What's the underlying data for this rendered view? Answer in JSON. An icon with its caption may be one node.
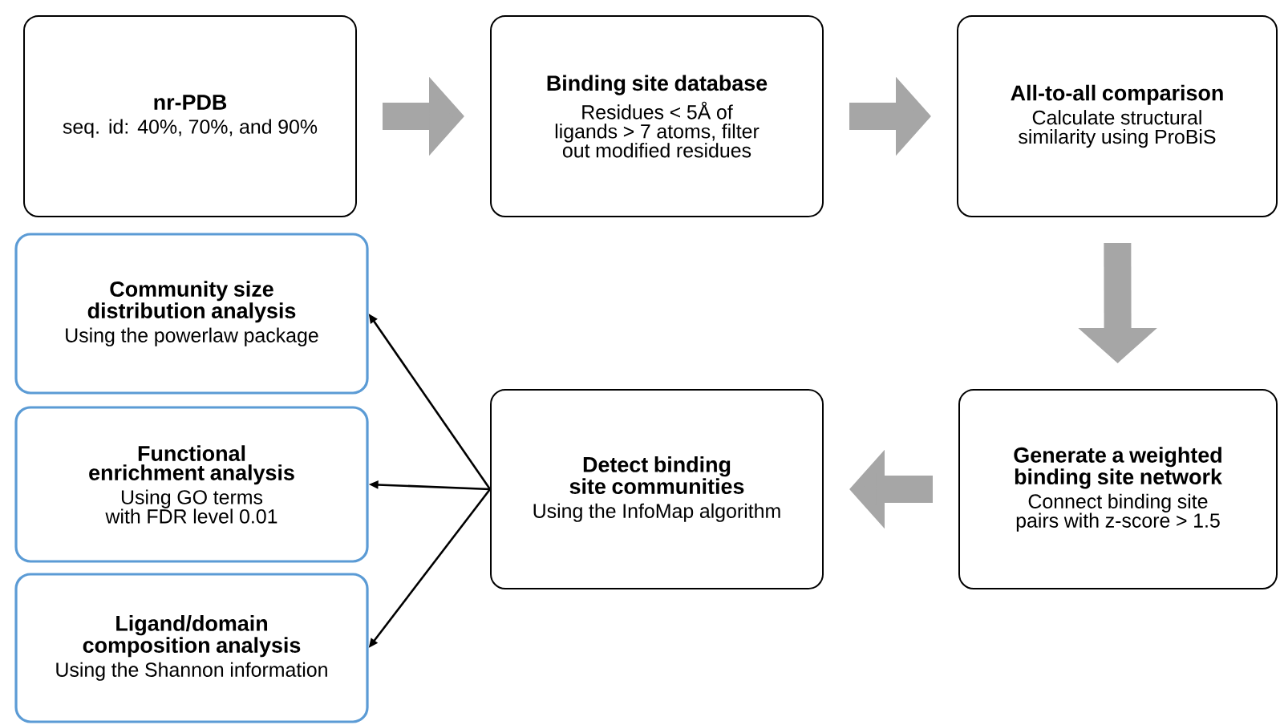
{
  "diagram": {
    "nodes": [
      {
        "text": [
          "nr-PDB",
          "seq. id: 40%, 70%, and 90%"
        ]
      },
      {
        "text": [
          "Binding site database",
          "Residues < 5Å of ligands > 7 atoms, filter out modified residues"
        ]
      },
      {
        "text": [
          "All-to-all comparison",
          "Calculate structural similarity using ProBiS"
        ]
      },
      {
        "text": [
          "Generate a weighted binding site network",
          "Connect binding site pairs with z-score > 1.5"
        ]
      },
      {
        "text": [
          "Detect binding site communities",
          "Using the InfoMap algorithm"
        ]
      },
      {
        "text": [
          "Community size distribution analysis",
          "Using the powerlaw package"
        ]
      },
      {
        "text": [
          "Functional enrichment analysis",
          "Using GO terms with FDR level 0.01"
        ]
      },
      {
        "text": [
          "Ligand/domain composition analysis",
          "Using the Shannon information"
        ]
      }
    ],
    "edges": [
      {
        "from": 0,
        "to": 1,
        "arrow": "to"
      },
      {
        "from": 1,
        "to": 2,
        "arrow": "to"
      },
      {
        "from": 2,
        "to": 3,
        "arrow": "to"
      },
      {
        "from": 3,
        "to": 4,
        "arrow": "to"
      },
      {
        "from": 4,
        "to": 5,
        "arrow": "to",
        "color": "#000000"
      },
      {
        "from": 4,
        "to": 6,
        "arrow": "to",
        "color": "#000000"
      },
      {
        "from": 4,
        "to": 7,
        "arrow": "to",
        "color": "#000000"
      }
    ]
  }
}
